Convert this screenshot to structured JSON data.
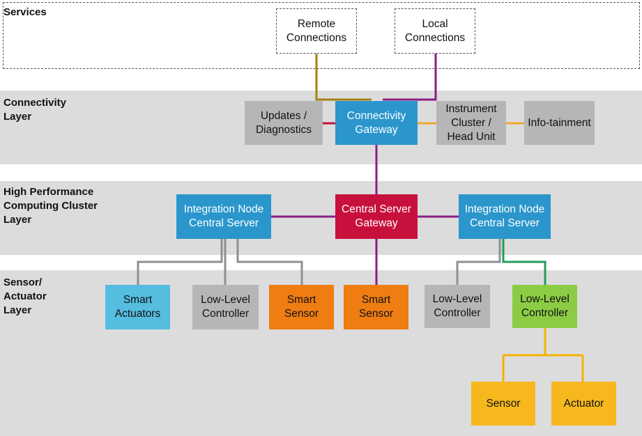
{
  "layers": {
    "services": "Services",
    "connectivity": "Connectivity\nLayer",
    "hpc": "High Performance\nComputing Cluster\nLayer",
    "sensor": "Sensor/\nActuator\nLayer"
  },
  "nodes": {
    "remote_connections": "Remote\nConnections",
    "local_connections": "Local\nConnections",
    "updates_diagnostics": "Updates /\nDiagnostics",
    "connectivity_gateway": "Connectivity\nGateway",
    "instrument_cluster": "Instrument\nCluster /\nHead Unit",
    "infotainment": "Info-tainment",
    "integration_node_left": "Integration Node\nCentral Server",
    "central_server_gateway": "Central Server\nGateway",
    "integration_node_right": "Integration Node\nCentral Server",
    "smart_actuators": "Smart\nActuators",
    "low_level_controller_1": "Low-Level\nController",
    "smart_sensor_1": "Smart\nSensor",
    "smart_sensor_2": "Smart\nSensor",
    "low_level_controller_2": "Low-Level\nController",
    "low_level_controller_3": "Low-Level\nController",
    "sensor": "Sensor",
    "actuator": "Actuator"
  },
  "colors": {
    "band": "#dcdcdd",
    "gray_box": "#b6b6b8",
    "blue_box": "#2a96cc",
    "red_box": "#c8103c",
    "light_blue_box": "#55bde0",
    "orange_box": "#ef7d12",
    "green_box": "#8ccc45",
    "yellow_box": "#f6b81c",
    "line_purple": "#8a1e82",
    "line_olive": "#a08214",
    "line_crimson": "#c8103c",
    "line_orange": "#f0a830",
    "line_gray": "#8f8f8f",
    "line_green": "#1f9e5a",
    "line_yellow": "#f2b300"
  }
}
